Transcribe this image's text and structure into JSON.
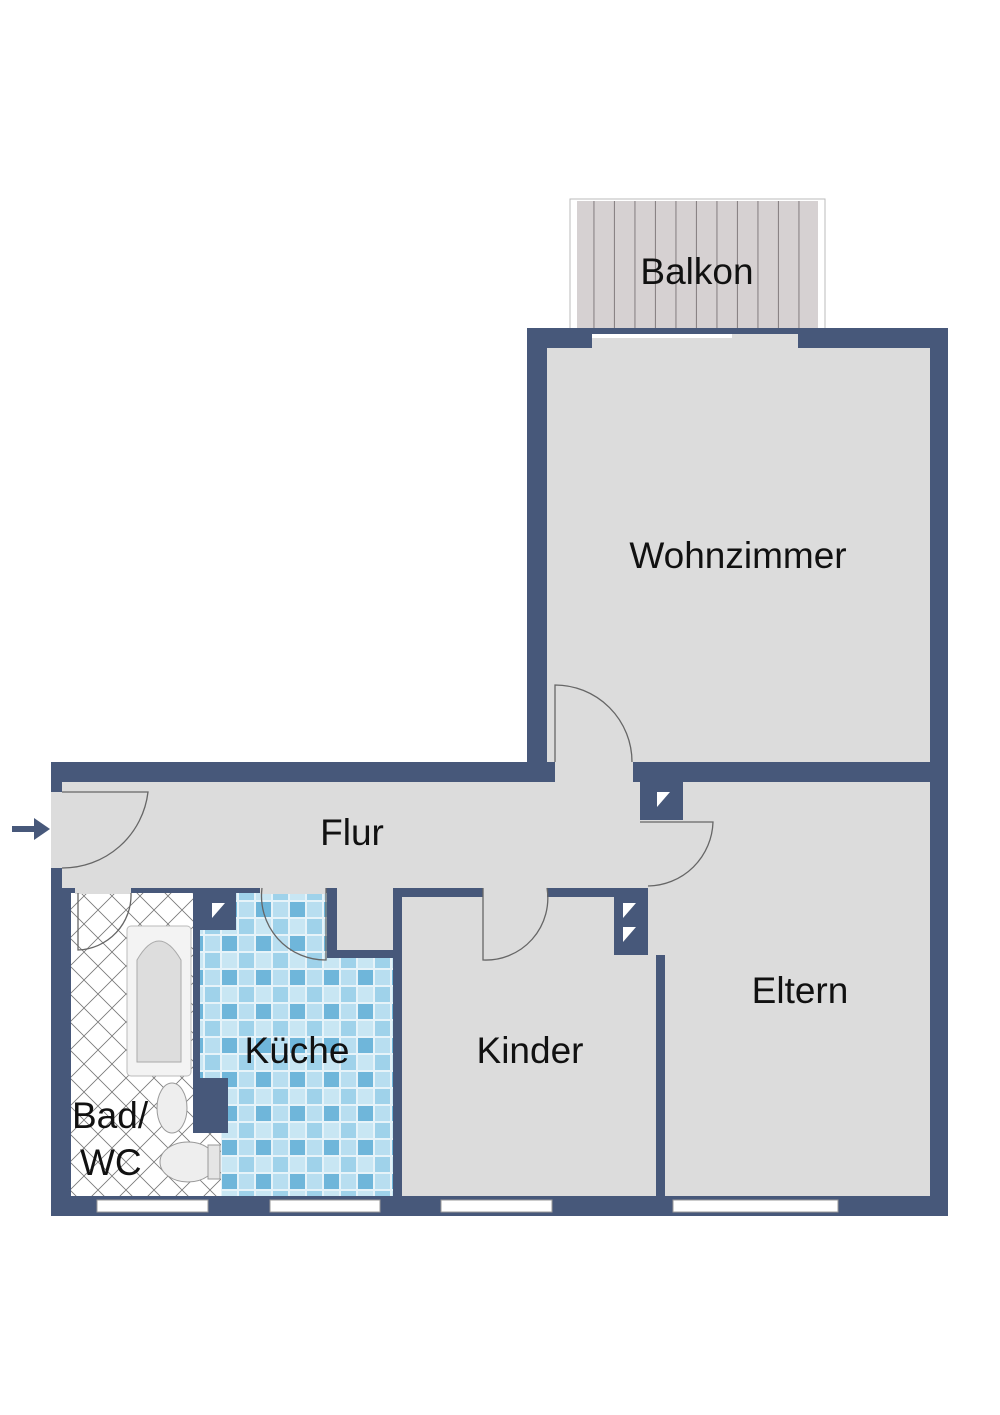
{
  "rooms": {
    "balkon": "Balkon",
    "wohnzimmer": "Wohnzimmer",
    "flur": "Flur",
    "eltern": "Eltern",
    "kinder": "Kinder",
    "kueche": "Küche",
    "bad_line1": "Bad/",
    "bad_line2": "WC"
  },
  "icons": {
    "entrance": "arrow-right-icon",
    "switch": "light-switch-icon"
  },
  "colors": {
    "wall": "#47587a",
    "floor": "#dcdcdc",
    "kitchen_tile": "#8ec9e4",
    "balcony_deck": "#d4cfd0"
  }
}
